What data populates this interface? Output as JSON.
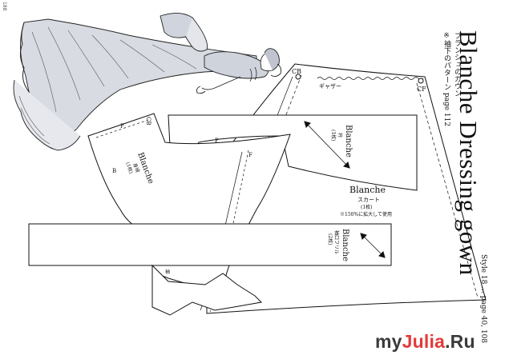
{
  "page_number": "188",
  "title": "Blanche Dressing gown",
  "subtitle_jp": "ブランシュのガウン",
  "subtitle_ref": "※袖下のパターン page 112",
  "style_ref": "Style 18 ... page 40, 108",
  "site_logo": {
    "part1": "my",
    "accent": "Julia",
    "part3": ".Ru"
  },
  "pieces": {
    "collar": {
      "name": "Blanche",
      "jp": "衿",
      "count": "(1枚)"
    },
    "bodice": {
      "name": "Blanche",
      "jp": "身頃",
      "count": "(1枚)"
    },
    "skirt": {
      "name": "Blanche",
      "jp": "スカート",
      "count": "(1枚)",
      "note": "※150%に拡大して使用"
    },
    "cuff": {
      "name": "Blanche",
      "jp": "袖口フリル",
      "count": "(2枚)"
    }
  },
  "labels": {
    "cb_top": "CB",
    "cf_top": "CF",
    "gather": "ギャザー",
    "cb_bodice": "CB",
    "p": "P",
    "b": "B",
    "f": "F",
    "pin": "袖"
  }
}
